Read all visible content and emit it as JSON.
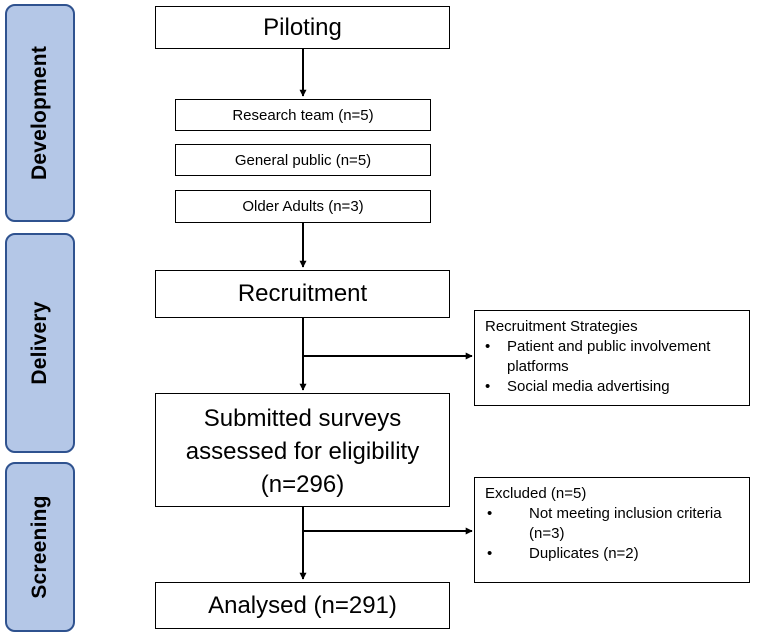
{
  "phases": {
    "development": "Development",
    "delivery": "Delivery",
    "screening": "Screening"
  },
  "piloting": {
    "title": "Piloting",
    "groups": [
      "Research team (n=5)",
      "General public (n=5)",
      "Older Adults (n=3)"
    ]
  },
  "recruitment": {
    "title": "Recruitment",
    "strategies": {
      "title": "Recruitment Strategies",
      "items": [
        "Patient and public involvement platforms",
        "Social media advertising"
      ]
    }
  },
  "submitted": {
    "lines": [
      "Submitted surveys",
      "assessed for eligibility",
      "(n=296)"
    ]
  },
  "excluded": {
    "title": "Excluded (n=5)",
    "items": [
      "Not meeting inclusion criteria (n=3)",
      "Duplicates (n=2)"
    ]
  },
  "analysed": {
    "title": "Analysed (n=291)"
  },
  "bullet_char": "•",
  "colors": {
    "phase_fill": "#b4c7e7",
    "phase_border": "#2f528f",
    "box_border": "#000000"
  }
}
